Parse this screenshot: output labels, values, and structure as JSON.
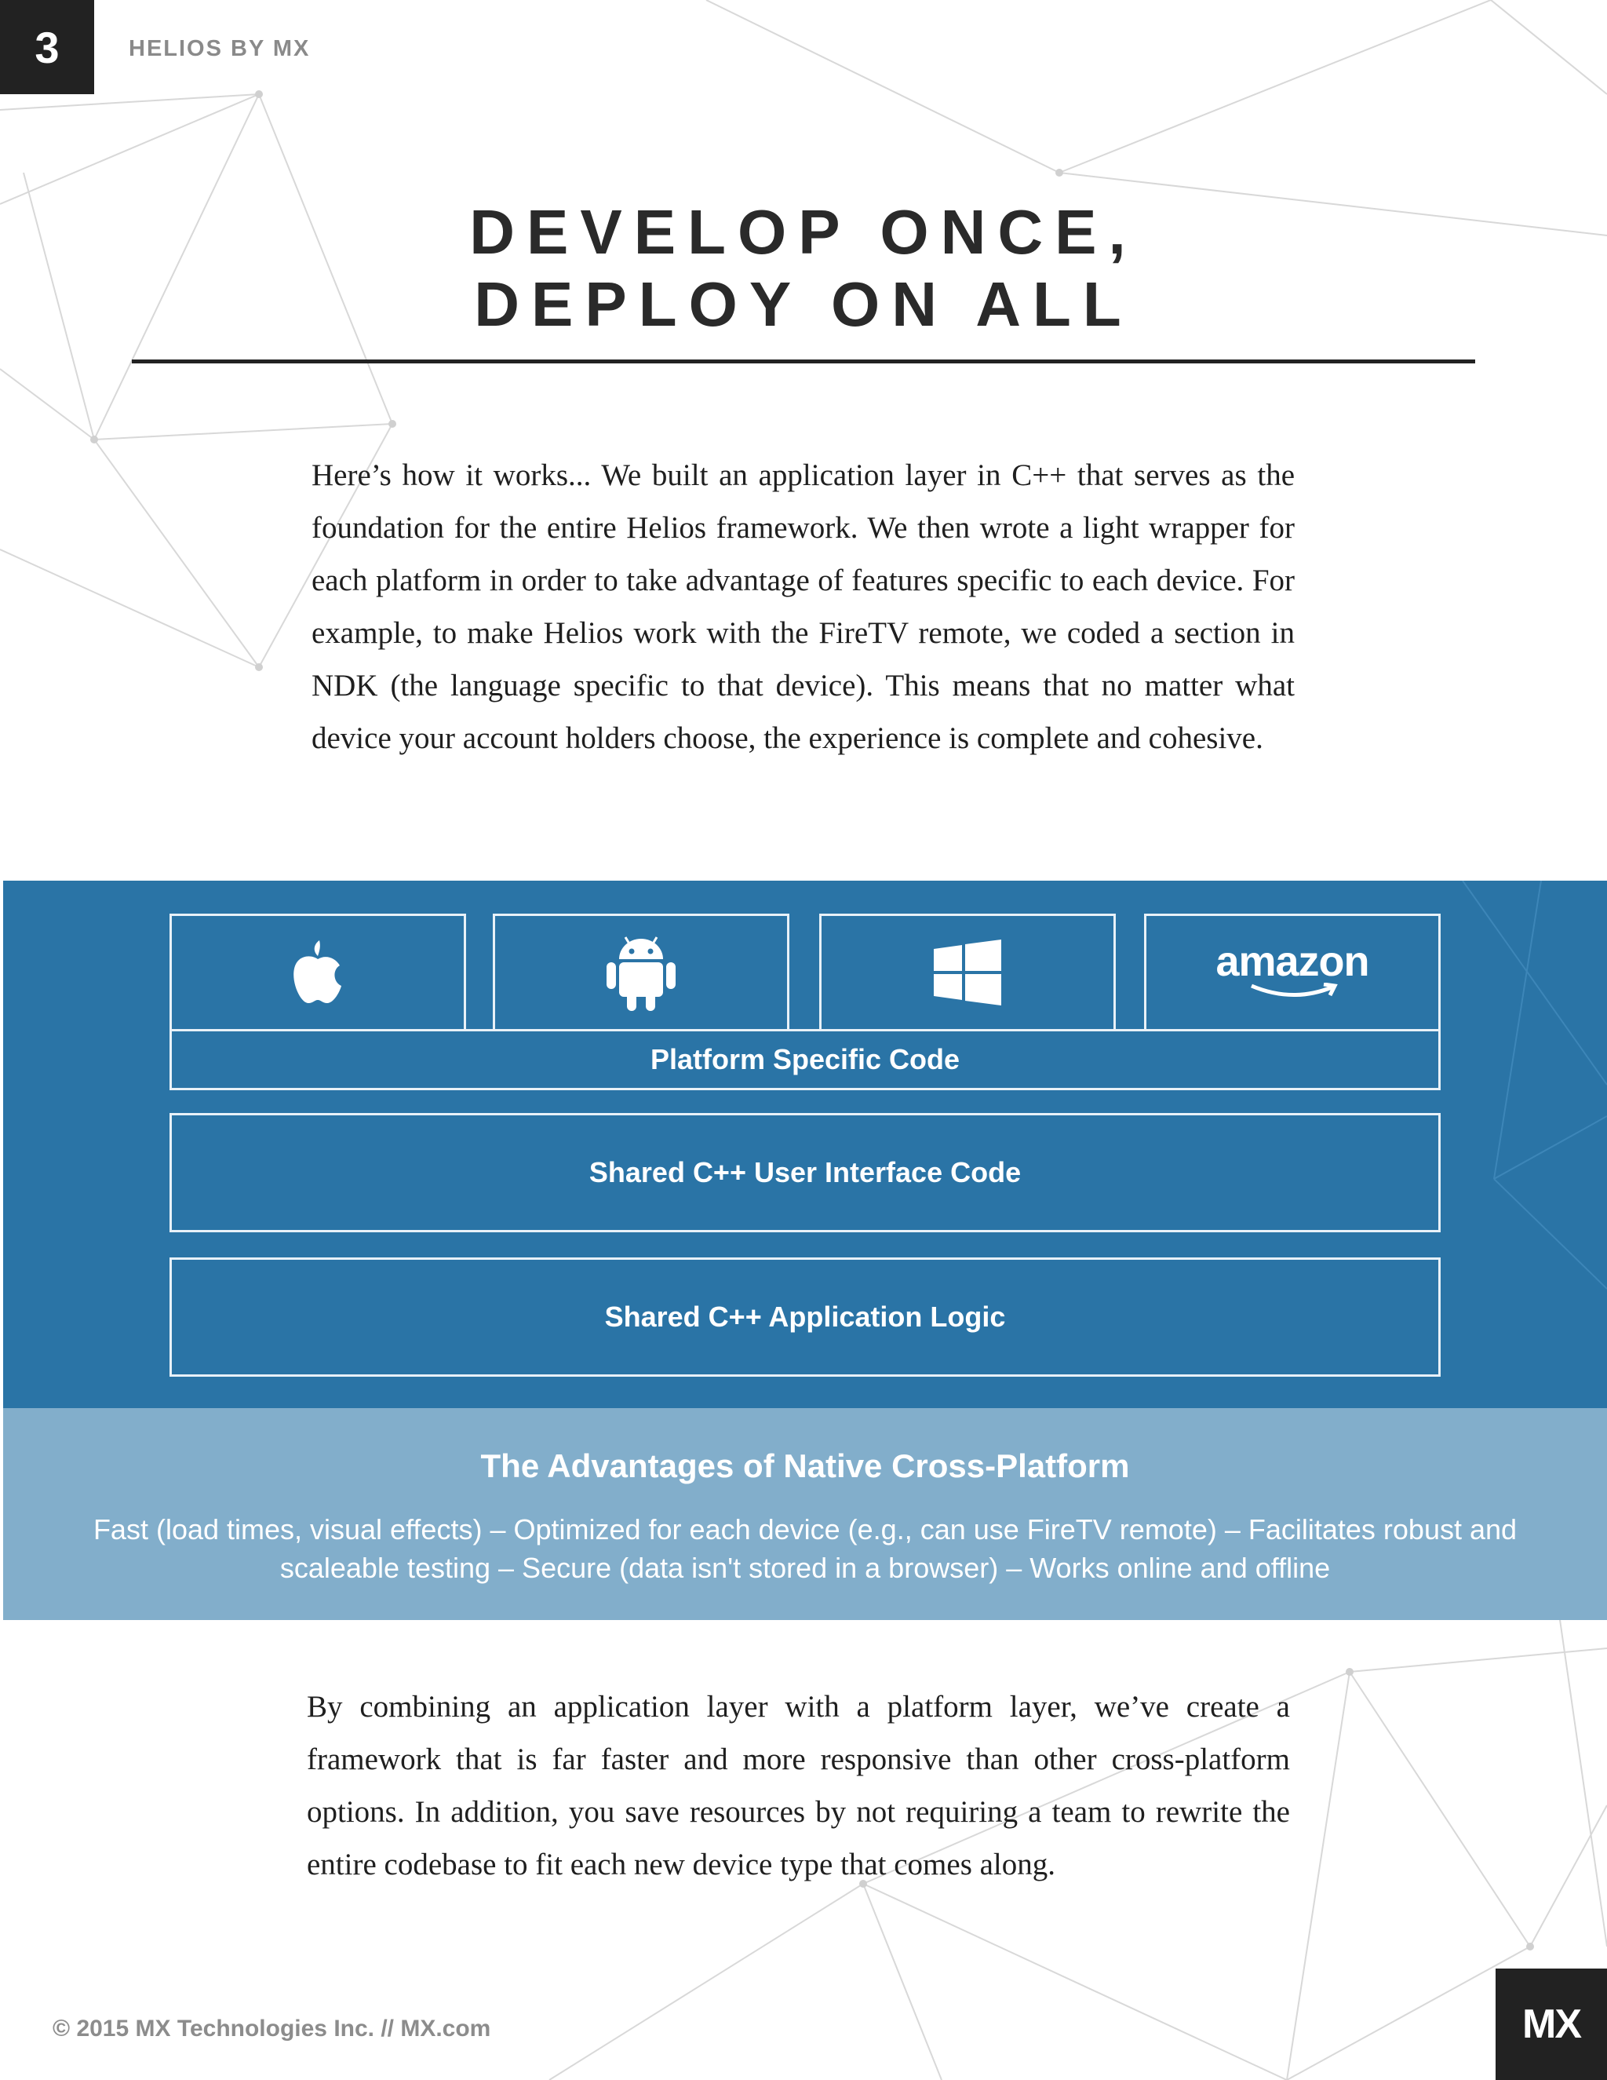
{
  "header": {
    "page_number": "3",
    "running_head": "HELIOS BY MX"
  },
  "title": {
    "line1": "DEVELOP ONCE,",
    "line2": "DEPLOY ON ALL"
  },
  "intro_paragraph": "Here’s how it works... We built an application layer in C++ that serves as the foundation for the entire Helios framework. We then wrote a light wrapper for each platform in order to take advantage of features specific to each device. For example, to make Helios work with the FireTV remote, we coded a section in NDK (the language specific to that device). This means that no matter what device your account holders choose, the experience is complete and cohesive.",
  "diagram": {
    "platforms": [
      {
        "icon": "apple-icon"
      },
      {
        "icon": "android-icon"
      },
      {
        "icon": "windows-icon"
      },
      {
        "icon": "amazon-icon",
        "label": "amazon"
      }
    ],
    "platform_layer": "Platform Specific Code",
    "ui_layer": "Shared C++ User Interface Code",
    "logic_layer": "Shared C++ Application Logic"
  },
  "advantages": {
    "title": "The Advantages of Native Cross-Platform",
    "text": "Fast (load times, visual effects)  –  Optimized for each device (e.g., can use FireTV remote)  –  Facilitates robust and scaleable testing  –  Secure (data isn't stored in a browser)  –  Works online and offline"
  },
  "outro_paragraph": "By combining an application layer with a platform layer, we’ve create a framework that is far faster and more responsive than other cross-platform options. In addition, you save resources by not requiring a team to rewrite the entire codebase to fit each new device type that comes along.",
  "footer": {
    "copyright": "© 2015 MX Technologies Inc.  //  MX.com",
    "logo": "MX"
  },
  "colors": {
    "diagram_blue": "#2a74a6",
    "advantages_blue": "#82aecb",
    "dark": "#222222"
  }
}
